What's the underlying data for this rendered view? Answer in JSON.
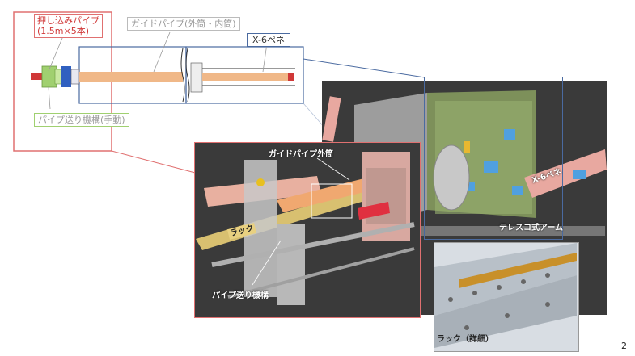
{
  "labels": {
    "push_pipe_line1": "押し込みパイプ",
    "push_pipe_line2": "(1.5m×5本)",
    "guide_pipe": "ガイドパイプ(外筒・内筒)",
    "x6_penetration": "X-6ペネ",
    "feed_mechanism_manual": "パイプ送り機構(手動)",
    "guide_pipe_outer": "ガイドパイプ外筒",
    "rack": "ラック",
    "feed_mechanism": "パイプ送り機構",
    "x6_penetration_3d": "X-6ペネ",
    "telescopic_arm": "テレスコ式アーム",
    "rack_detail": "ラック（詳細）"
  },
  "page_number": "2",
  "colors": {
    "red_frame": "#e07070",
    "blue_frame": "#4a6aa0",
    "orange_pipe": "#f0b888",
    "green_feed": "#a0d070",
    "dark_bg": "#3c3c3c"
  }
}
